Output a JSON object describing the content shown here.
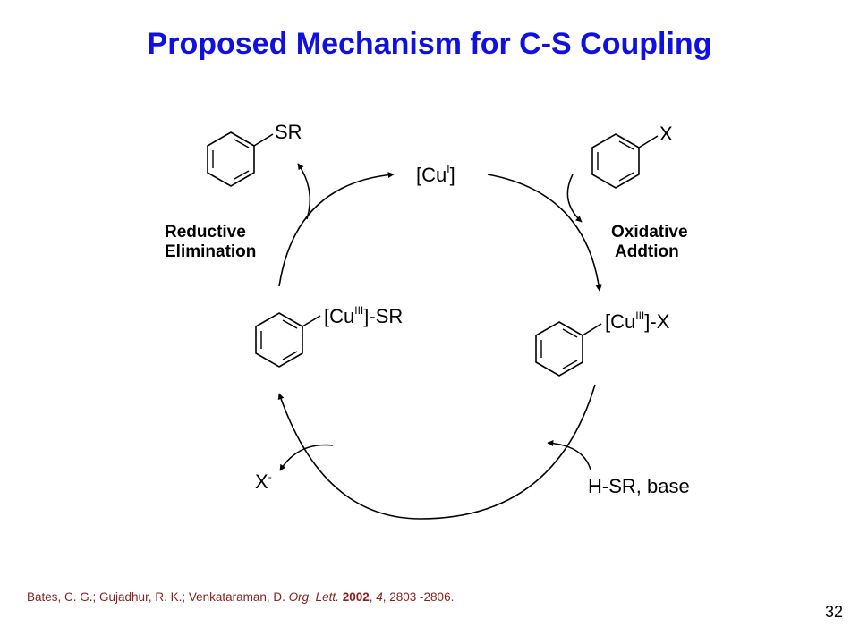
{
  "slide": {
    "title": "Proposed Mechanism for C-S Coupling",
    "page_number": "32"
  },
  "colors": {
    "title": "#1010e0",
    "reference": "#8b1c1c",
    "ink": "#000000"
  },
  "diagram": {
    "catalyst": {
      "open": "[Cu",
      "ox": "I",
      "close": "]"
    },
    "oxidative_species": {
      "open": "[Cu",
      "ox": "III",
      "tail": "]-X"
    },
    "thiolate_species": {
      "open": "[Cu",
      "ox": "III",
      "tail": "]-SR"
    },
    "product_label": "SR",
    "substrate_label": "X",
    "reagent_label": "H-SR, base",
    "byproduct": {
      "base": "X",
      "charge": "-"
    },
    "oxidative_step": {
      "line1": "Oxidative",
      "line2": "Addtion"
    },
    "reductive_step": {
      "line1": "Reductive",
      "line2": "Elimination"
    }
  },
  "reference": {
    "authors": "Bates, C. G.; Gujadhur, R. K.; Venkataraman, D. ",
    "journal": "Org. Lett.",
    "sep1": " ",
    "year": "2002",
    "sep2": ", ",
    "volume": "4",
    "pages": ", 2803 -2806."
  }
}
